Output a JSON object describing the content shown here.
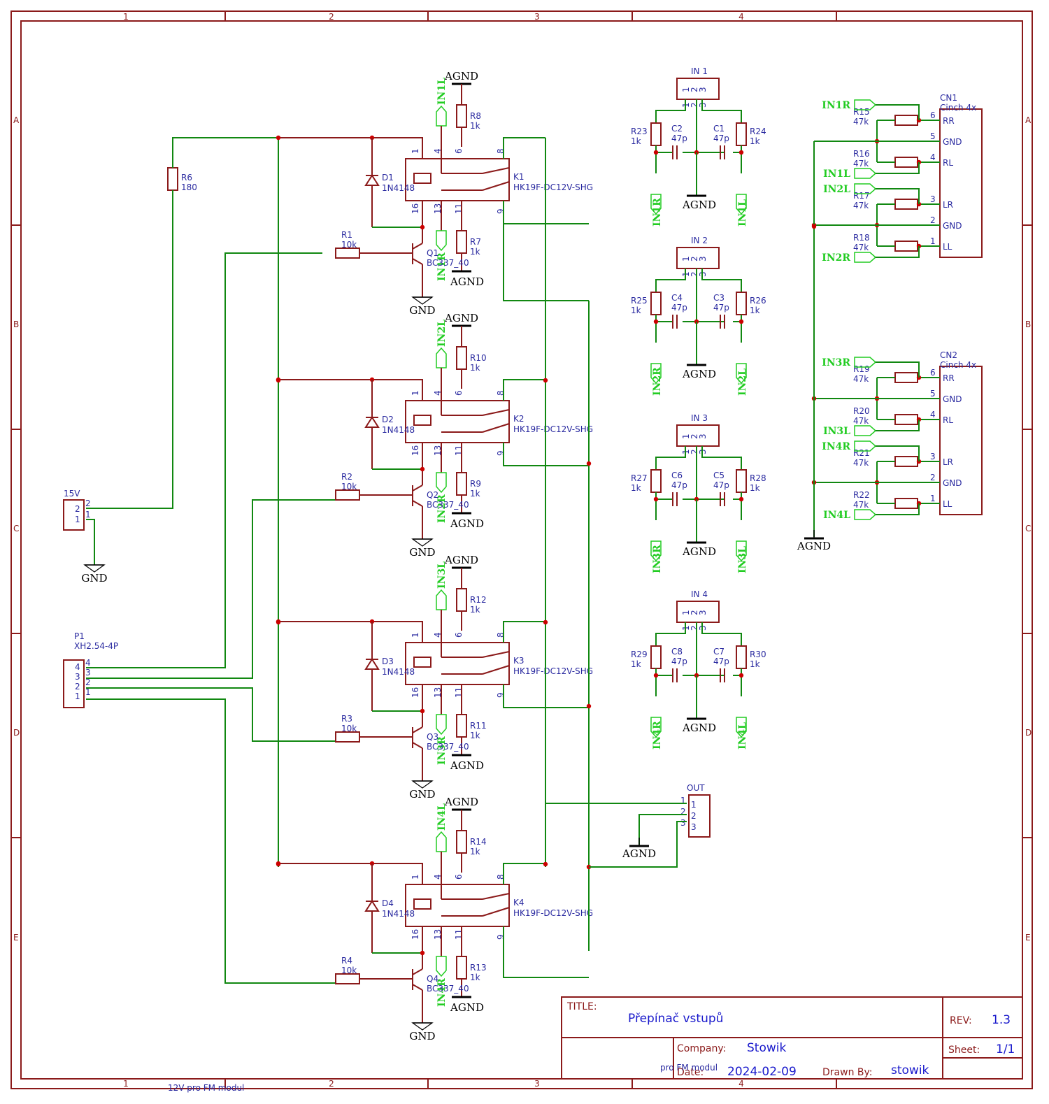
{
  "frame": {
    "columns": [
      "1",
      "2",
      "3",
      "4"
    ],
    "rows": [
      "A",
      "B",
      "C",
      "D",
      "E"
    ]
  },
  "title_block": {
    "title_label": "TITLE:",
    "title": "Přepínač vstupů",
    "rev_label": "REV:",
    "rev": "1.3",
    "company_label": "Company:",
    "company": "Stowik",
    "sheet_label": "Sheet:",
    "sheet": "1/1",
    "date_label": "Date:",
    "date": "2024-02-09",
    "drawn_label": "Drawn By:",
    "drawn_by": "stowik",
    "note_a": "pro FM modul",
    "note_b": "12V pro FM modul"
  },
  "power": {
    "agnd": "AGND",
    "gnd": "GND"
  },
  "r6": {
    "ref": "R6",
    "val": "180"
  },
  "conn_15v": {
    "ref": "15V",
    "pins": [
      "2",
      "1"
    ]
  },
  "conn_p1": {
    "ref": "P1",
    "val": "XH2.54-4P",
    "pins": [
      "4",
      "3",
      "2",
      "1"
    ]
  },
  "relay_pins": [
    "1",
    "4",
    "6",
    "8",
    "16",
    "13",
    "11",
    "9"
  ],
  "channels": [
    {
      "k": "K1",
      "kval": "HK19F-DC12V-SHG",
      "d": "D1",
      "dval": "1N4148",
      "q": "Q1",
      "qval": "BC337_40",
      "rb": "R1",
      "rbval": "10k",
      "rt": "R8",
      "rtval": "1k",
      "rl": "R7",
      "rlval": "1k",
      "in_l": "IN1L",
      "in_r": "IN1R"
    },
    {
      "k": "K2",
      "kval": "HK19F-DC12V-SHG",
      "d": "D2",
      "dval": "1N4148",
      "q": "Q2",
      "qval": "BC337_40",
      "rb": "R2",
      "rbval": "10k",
      "rt": "R10",
      "rtval": "1k",
      "rl": "R9",
      "rlval": "1k",
      "in_l": "IN2L",
      "in_r": "IN2R"
    },
    {
      "k": "K3",
      "kval": "HK19F-DC12V-SHG",
      "d": "D3",
      "dval": "1N4148",
      "q": "Q3",
      "qval": "BC337_40",
      "rb": "R3",
      "rbval": "10k",
      "rt": "R12",
      "rtval": "1k",
      "rl": "R11",
      "rlval": "1k",
      "in_l": "IN3L",
      "in_r": "IN3R"
    },
    {
      "k": "K4",
      "kval": "HK19F-DC12V-SHG",
      "d": "D4",
      "dval": "1N4148",
      "q": "Q4",
      "qval": "BC337_40",
      "rb": "R4",
      "rbval": "10k",
      "rt": "R14",
      "rtval": "1k",
      "rl": "R13",
      "rlval": "1k",
      "in_l": "IN4L",
      "in_r": "IN4R"
    }
  ],
  "inputs": [
    {
      "ref": "IN 1",
      "ra": "R23",
      "rav": "1k",
      "ca": "C2",
      "cav": "47p",
      "cb": "C1",
      "cbv": "47p",
      "rb": "R24",
      "rbv": "1k",
      "lr": "IN1R",
      "ll": "IN1L"
    },
    {
      "ref": "IN 2",
      "ra": "R25",
      "rav": "1k",
      "ca": "C4",
      "cav": "47p",
      "cb": "C3",
      "cbv": "47p",
      "rb": "R26",
      "rbv": "1k",
      "lr": "IN2R",
      "ll": "IN2L"
    },
    {
      "ref": "IN 3",
      "ra": "R27",
      "rav": "1k",
      "ca": "C6",
      "cav": "47p",
      "cb": "C5",
      "cbv": "47p",
      "rb": "R28",
      "rbv": "1k",
      "lr": "IN3R",
      "ll": "IN3L"
    },
    {
      "ref": "IN 4",
      "ra": "R29",
      "rav": "1k",
      "ca": "C8",
      "cav": "47p",
      "cb": "C7",
      "cbv": "47p",
      "rb": "R30",
      "rbv": "1k",
      "lr": "IN4R",
      "ll": "IN4L"
    }
  ],
  "in_pins": [
    "1",
    "2",
    "3"
  ],
  "cinch": [
    {
      "ref": "CN1",
      "val": "Cinch 4x",
      "pins": [
        {
          "n": "6",
          "l": "RR"
        },
        {
          "n": "5",
          "l": "GND"
        },
        {
          "n": "4",
          "l": "RL"
        },
        {
          "n": "3",
          "l": "LR"
        },
        {
          "n": "2",
          "l": "GND"
        },
        {
          "n": "1",
          "l": "LL"
        }
      ],
      "res": [
        {
          "r": "R15",
          "v": "47k"
        },
        {
          "r": "R16",
          "v": "47k"
        },
        {
          "r": "R17",
          "v": "47k"
        },
        {
          "r": "R18",
          "v": "47k"
        }
      ],
      "labels": [
        "IN1R",
        "IN1L",
        "IN2L",
        "IN2R"
      ]
    },
    {
      "ref": "CN2",
      "val": "Cinch 4x",
      "pins": [
        {
          "n": "6",
          "l": "RR"
        },
        {
          "n": "5",
          "l": "GND"
        },
        {
          "n": "4",
          "l": "RL"
        },
        {
          "n": "3",
          "l": "LR"
        },
        {
          "n": "2",
          "l": "GND"
        },
        {
          "n": "1",
          "l": "LL"
        }
      ],
      "res": [
        {
          "r": "R19",
          "v": "47k"
        },
        {
          "r": "R20",
          "v": "47k"
        },
        {
          "r": "R21",
          "v": "47k"
        },
        {
          "r": "R22",
          "v": "47k"
        }
      ],
      "labels": [
        "IN3R",
        "IN3L",
        "IN4R",
        "IN4L"
      ]
    }
  ],
  "out": {
    "ref": "OUT",
    "pins": [
      "1",
      "2",
      "3"
    ]
  },
  "colors": {
    "component": "#8b1a1a",
    "wire": "#118811",
    "label": "#22cc22",
    "text": "#2a2aa0",
    "junction": "#cc0000"
  }
}
